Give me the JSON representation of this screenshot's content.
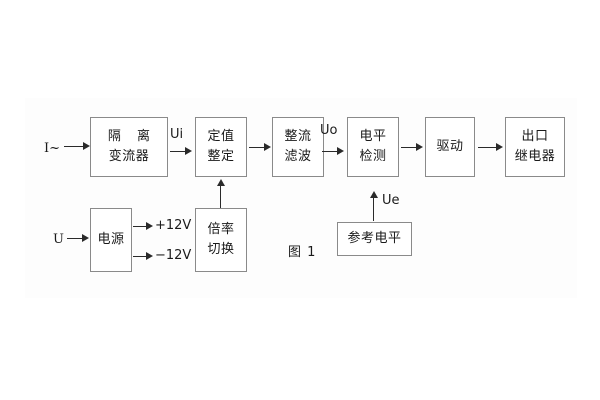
{
  "figure": {
    "caption": "图 1",
    "blocks": [
      {
        "id": "isolation-transformer",
        "lines": [
          "隔 离",
          "变流器"
        ]
      },
      {
        "id": "setting-value",
        "lines": [
          "定值",
          "整定"
        ]
      },
      {
        "id": "rectify-filter",
        "lines": [
          "整流",
          "滤波"
        ]
      },
      {
        "id": "level-detect",
        "lines": [
          "电平",
          "检测"
        ]
      },
      {
        "id": "drive",
        "lines": [
          "驱动"
        ]
      },
      {
        "id": "output-relay",
        "lines": [
          "出口",
          "继电器"
        ]
      },
      {
        "id": "power-supply",
        "lines": [
          "电源"
        ]
      },
      {
        "id": "multiplier-switch",
        "lines": [
          "倍率",
          "切换"
        ]
      },
      {
        "id": "reference-level",
        "lines": [
          "参考电平"
        ]
      }
    ],
    "signals": {
      "current_input": "I~",
      "voltage_input": "U",
      "ui": "Ui",
      "uo": "Uo",
      "ue": "Ue",
      "supply_positive": "+12V",
      "supply_negative": "−12V"
    },
    "colors": {
      "block_border": "#8a8a8a",
      "line": "#2a2a2a",
      "text": "#1a1a1a",
      "background": "#ffffff"
    }
  }
}
